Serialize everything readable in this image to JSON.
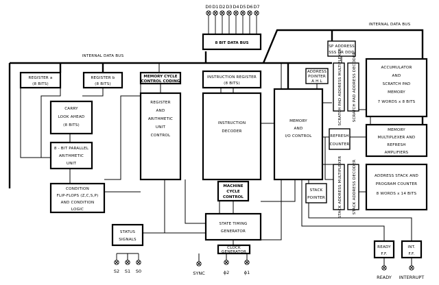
{
  "data_pins": [
    "D0",
    "D1",
    "D2",
    "D3",
    "D4",
    "D5",
    "D6",
    "D7"
  ],
  "buses": {
    "internal_left": "INTERNAL DATA BUS",
    "internal_right": "INTERNAL DATA BUS"
  },
  "blocks": {
    "data_bus": "8 BIT DATA BUS",
    "sp_address": [
      "SP ADDRESS",
      "SSS OR DDD"
    ],
    "register_a": [
      "REGISTER a",
      "(8 BITS)"
    ],
    "register_b": [
      "REGISTER b",
      "(8 BITS)"
    ],
    "memory_cycle": [
      "MEMORY CYCLE",
      "CONTROL CODING"
    ],
    "instruction_register": [
      "INSTRUCTION REGISTER",
      "(8 BITS)"
    ],
    "address_pointer": [
      "ADDRESS",
      "POINTER",
      "A H L"
    ],
    "scratch_mux": "SCRATCH PAD ADDRESS MULTIPLEXER",
    "scratch_decoder": "SCRATCH PAD ADDRESS DECODER",
    "accumulator": [
      "ACCUMULATOR",
      "AND",
      "SCRATCH PAD",
      "MEMORY",
      "7 WORDS x 8 BITS"
    ],
    "carry": [
      "CARRY",
      "LOOK AHEAD",
      "(8 BITS)"
    ],
    "rau": [
      "REGISTER",
      "AND",
      "ARITHMETIC",
      "UNIT",
      "CONTROL"
    ],
    "decoder": [
      "INSTRUCTION",
      "DECODER"
    ],
    "mem_io": [
      "MEMORY",
      "AND",
      "I/O CONTROL"
    ],
    "refresh_counter": [
      "REFRESH",
      "COUNTER"
    ],
    "memory_mux": [
      "MEMORY",
      "MULTIPLEXER AND",
      "REFRESH",
      "AMPLIFIERS"
    ],
    "parallel_au": [
      "8 - BIT PARALLEL",
      "ARITHMETIC",
      "UNIT"
    ],
    "stack_mux": "STACK ADDRESS MULTIPLEXER",
    "stack_decoder": "STACK ADDRESS DECODER",
    "address_stack": [
      "ADDRESS STACK AND",
      "PROGRAM COUNTER",
      "8 WORDS x 14 BITS"
    ],
    "stack_pointer": [
      "STACK",
      "POINTER"
    ],
    "machine_cycle": [
      "MACHINE",
      "CYCLE",
      "CONTROL"
    ],
    "condition": [
      "CONDITION",
      "FLIP-FLOPS (Z,C,S,P)",
      "AND CONDITION",
      "LOGIC"
    ],
    "state_timing": [
      "STATE TIMING",
      "GENERATOR"
    ],
    "status": [
      "STATUS",
      "SIGNALS"
    ],
    "clock": [
      "CLOCK",
      "GENERATOR"
    ],
    "ready_ff": [
      "READY",
      "F.F."
    ],
    "int_ff": [
      "INT.",
      "F.F."
    ]
  },
  "pins": {
    "status": [
      "S2",
      "S1",
      "S0"
    ],
    "sync": "SYNC",
    "phi2": "ϕ2",
    "phi1": "ϕ1",
    "ready": "READY",
    "interrupt": "INTERRUPT"
  }
}
